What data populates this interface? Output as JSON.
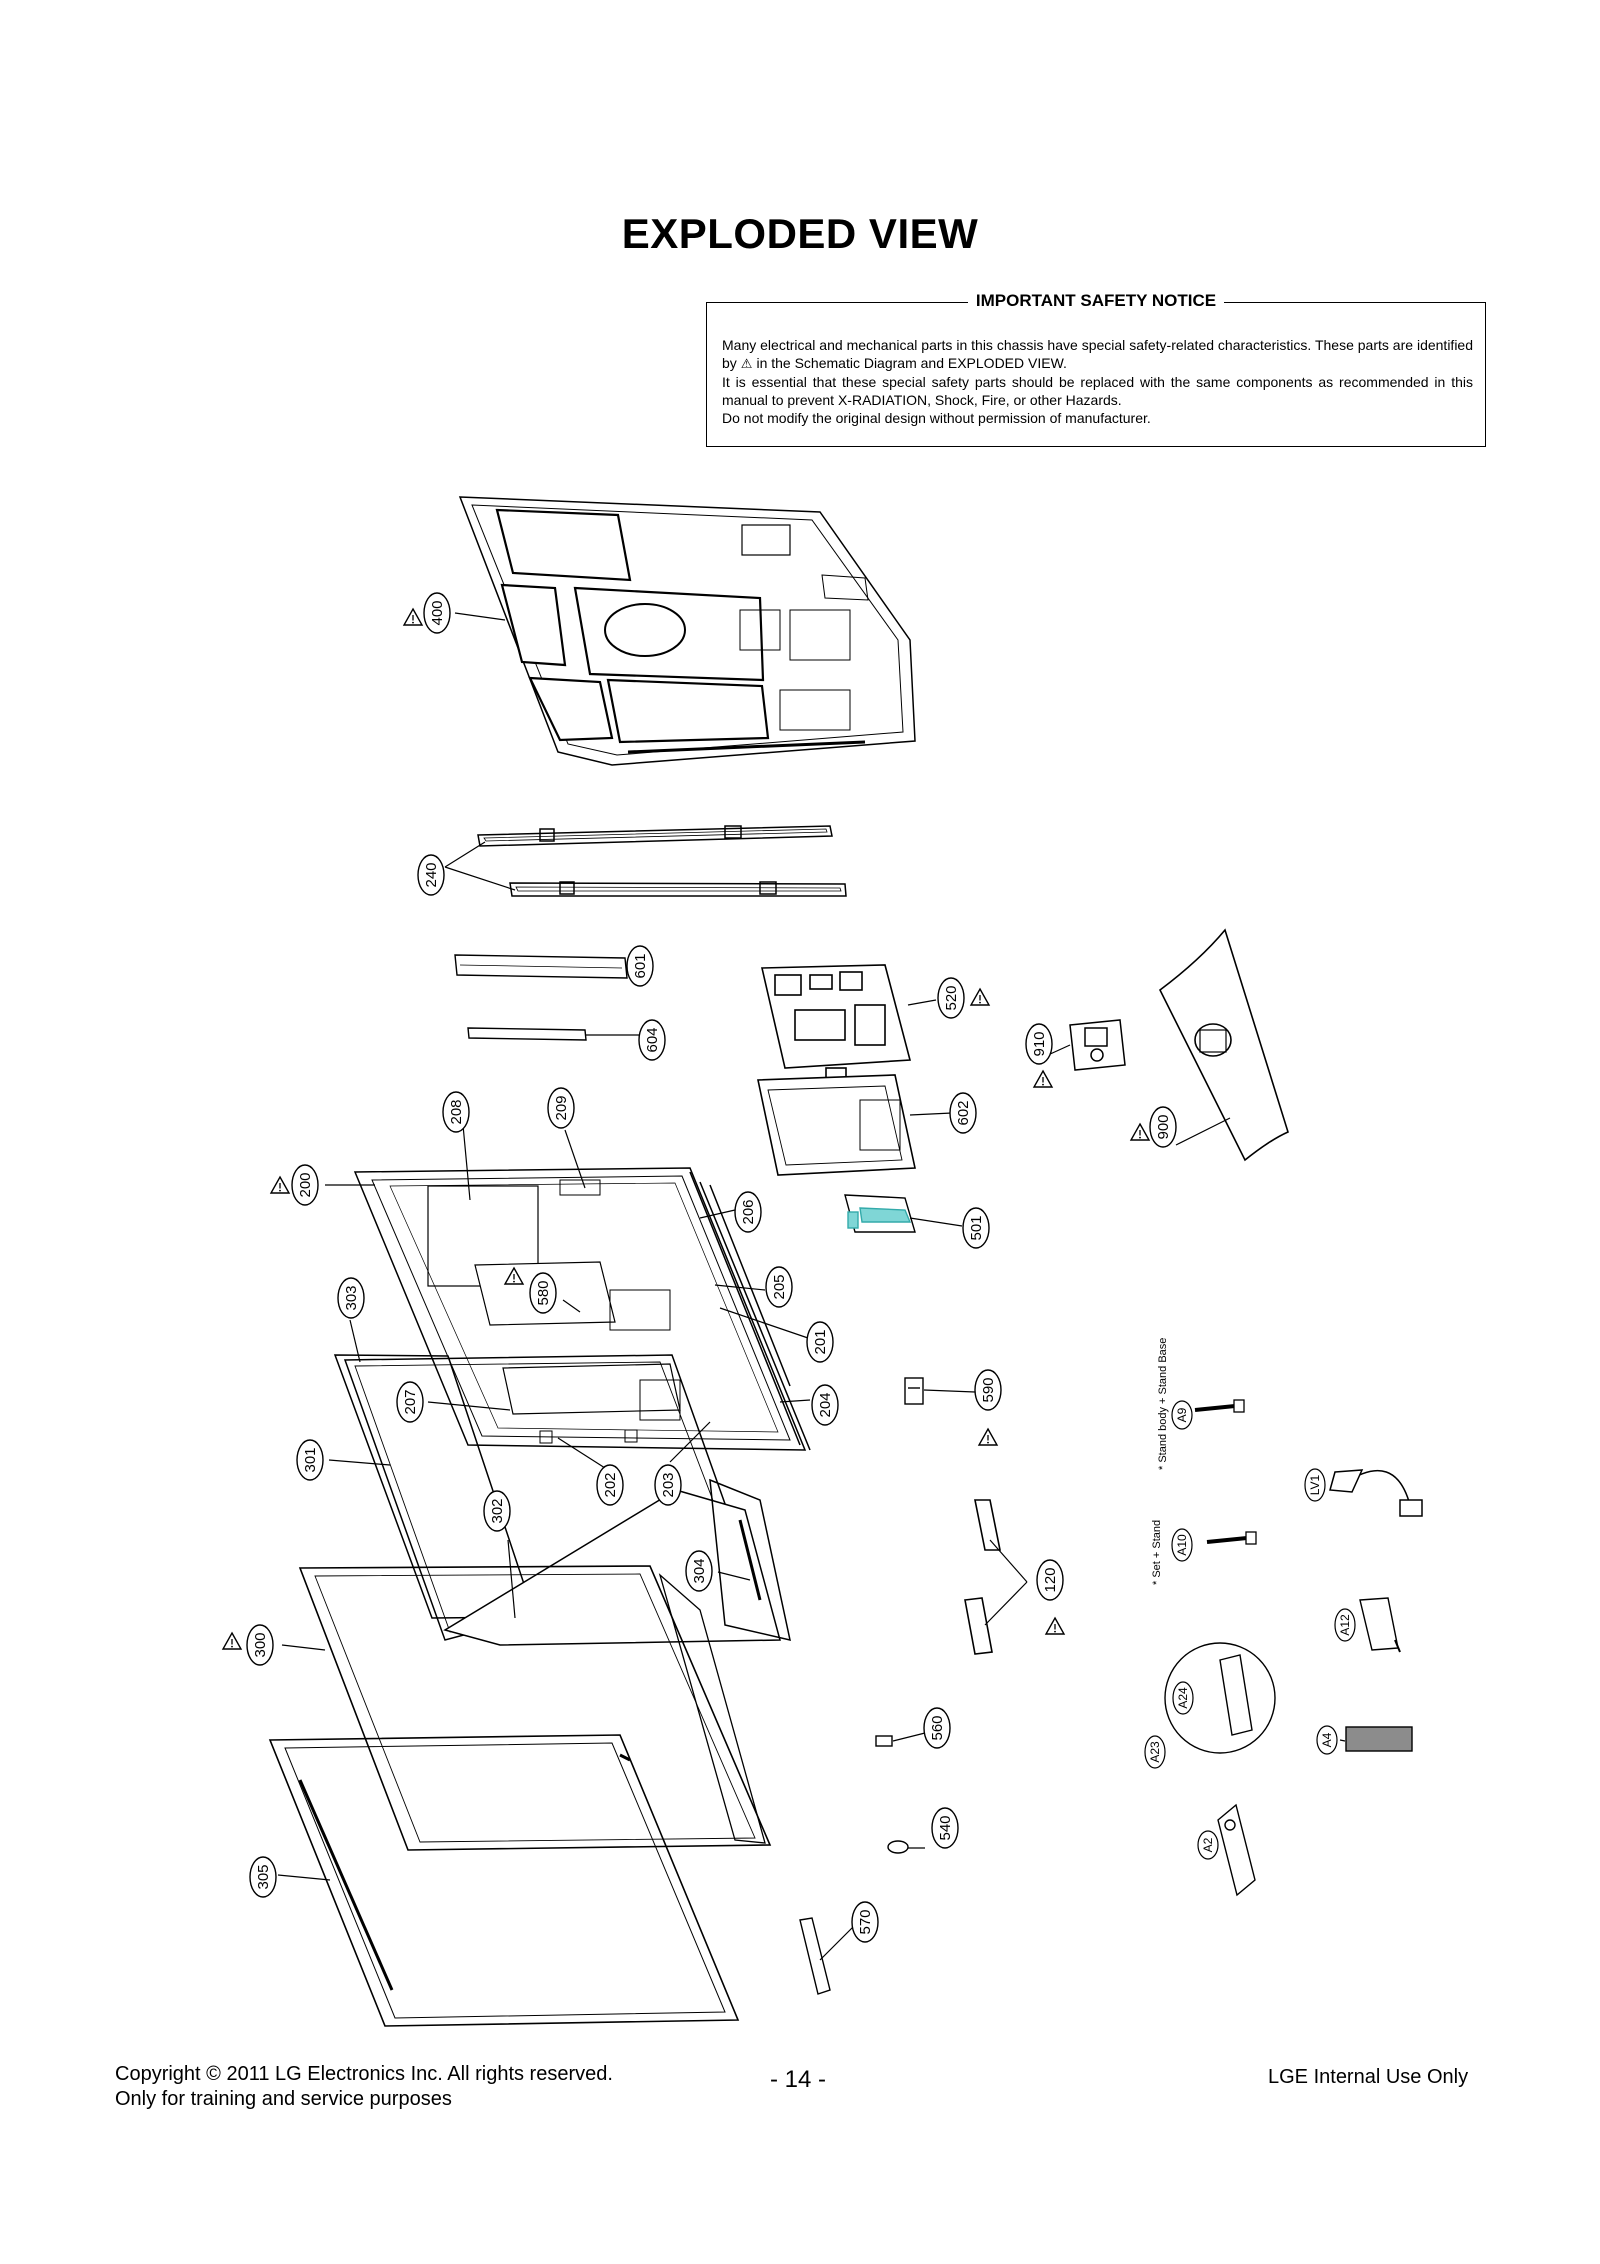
{
  "title": "EXPLODED VIEW",
  "safety_notice": {
    "heading": "IMPORTANT SAFETY NOTICE",
    "line1": "Many electrical and mechanical parts in this chassis have special safety-related characteristics. These parts are identified by",
    "line1_symbol": "⚠",
    "line1_end": "in the Schematic Diagram and EXPLODED VIEW.",
    "line2": "It is essential that these special safety parts should be replaced with the same components as recommended in this manual to prevent X-RADIATION, Shock, Fire, or other Hazards.",
    "line3": "Do not modify the original design without permission of manufacturer."
  },
  "part_labels": {
    "p400": "400",
    "p240": "240",
    "p601": "601",
    "p604": "604",
    "p520": "520",
    "p910": "910",
    "p900": "900",
    "p602": "602",
    "p208": "208",
    "p209": "209",
    "p200": "200",
    "p206": "206",
    "p501": "501",
    "p303": "303",
    "p580": "580",
    "p205": "205",
    "p201": "201",
    "p207": "207",
    "p204": "204",
    "p590": "590",
    "p301": "301",
    "p202": "202",
    "p203": "203",
    "p302": "302",
    "p304": "304",
    "p120": "120",
    "p300": "300",
    "p560": "560",
    "p540": "540",
    "p305": "305",
    "p570": "570",
    "pA9": "A9",
    "pA10": "A10",
    "pLV1": "LV1",
    "pA12": "A12",
    "pA24": "A24",
    "pA23": "A23",
    "pA4": "A4",
    "pA2": "A2"
  },
  "screw_notes": {
    "a9_note": "* Stand body + Stand Base",
    "a10_note": "* Set + Stand"
  },
  "footer": {
    "copyright": "Copyright © 2011 LG Electronics Inc. All rights reserved.",
    "training": "Only for training and service purposes",
    "page_number": "- 14 -",
    "internal": "LGE Internal Use Only"
  },
  "colors": {
    "ink": "#000000",
    "part_fill": "#ffffff",
    "accent_cyan": "#7fd6d6",
    "a4_fill": "#8c8c8c"
  }
}
